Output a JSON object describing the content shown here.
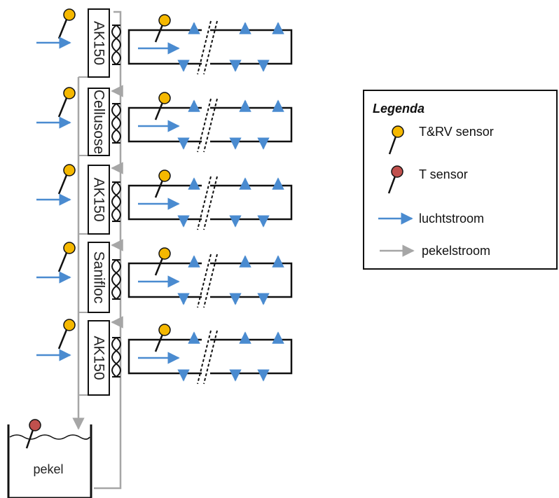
{
  "units": [
    {
      "label": "AK150"
    },
    {
      "label": "Cellusose"
    },
    {
      "label": "AK150"
    },
    {
      "label": "Saniflоc"
    },
    {
      "label": "AK150"
    }
  ],
  "tank": {
    "label": "pekel"
  },
  "legend": {
    "title": "Legenda",
    "items": [
      {
        "icon": "yellow-sensor-icon",
        "label": "T&RV sensor",
        "color": "#f5b800"
      },
      {
        "icon": "red-sensor-icon",
        "label": "T sensor",
        "color": "#c0504d"
      },
      {
        "icon": "blue-arrow-icon",
        "label": "luchtstroom",
        "color": "#4a8bd0"
      },
      {
        "icon": "gray-arrow-icon",
        "label": "pekelstroom",
        "color": "#a6a6a6"
      }
    ]
  },
  "colors": {
    "air_flow": "#4a8bd0",
    "brine_flow": "#a6a6a6",
    "sensor_trv": "#f5b800",
    "sensor_t": "#c0504d",
    "outline": "#111111"
  }
}
